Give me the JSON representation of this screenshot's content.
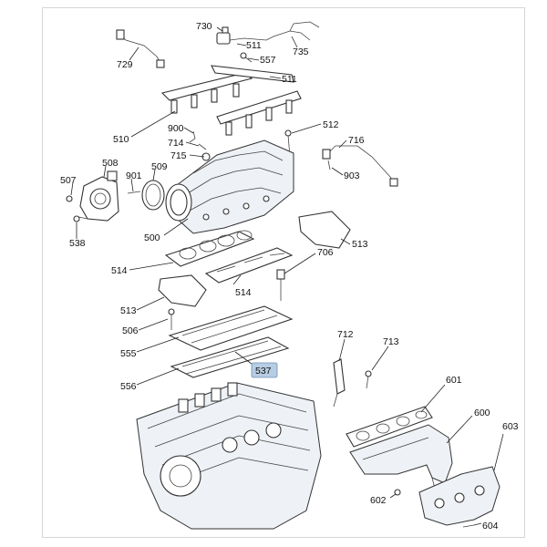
{
  "diagram": {
    "highlight_color": "#b7cde3",
    "highlighted_callout": "537",
    "callouts": {
      "c729": "729",
      "c730": "730",
      "c511a": "511",
      "c735": "735",
      "c557": "557",
      "c511b": "511",
      "c510": "510",
      "c512": "512",
      "c900": "900",
      "c714": "714",
      "c715": "715",
      "c716": "716",
      "c903": "903",
      "c508": "508",
      "c507": "507",
      "c901": "901",
      "c509": "509",
      "c538": "538",
      "c500": "500",
      "c513a": "513",
      "c706": "706",
      "c514a": "514",
      "c514b": "514",
      "c513b": "513",
      "c506": "506",
      "c712": "712",
      "c713": "713",
      "c555": "555",
      "c537": "537",
      "c556": "556",
      "c601": "601",
      "c600": "600",
      "c603": "603",
      "c602": "602",
      "c604": "604"
    }
  }
}
